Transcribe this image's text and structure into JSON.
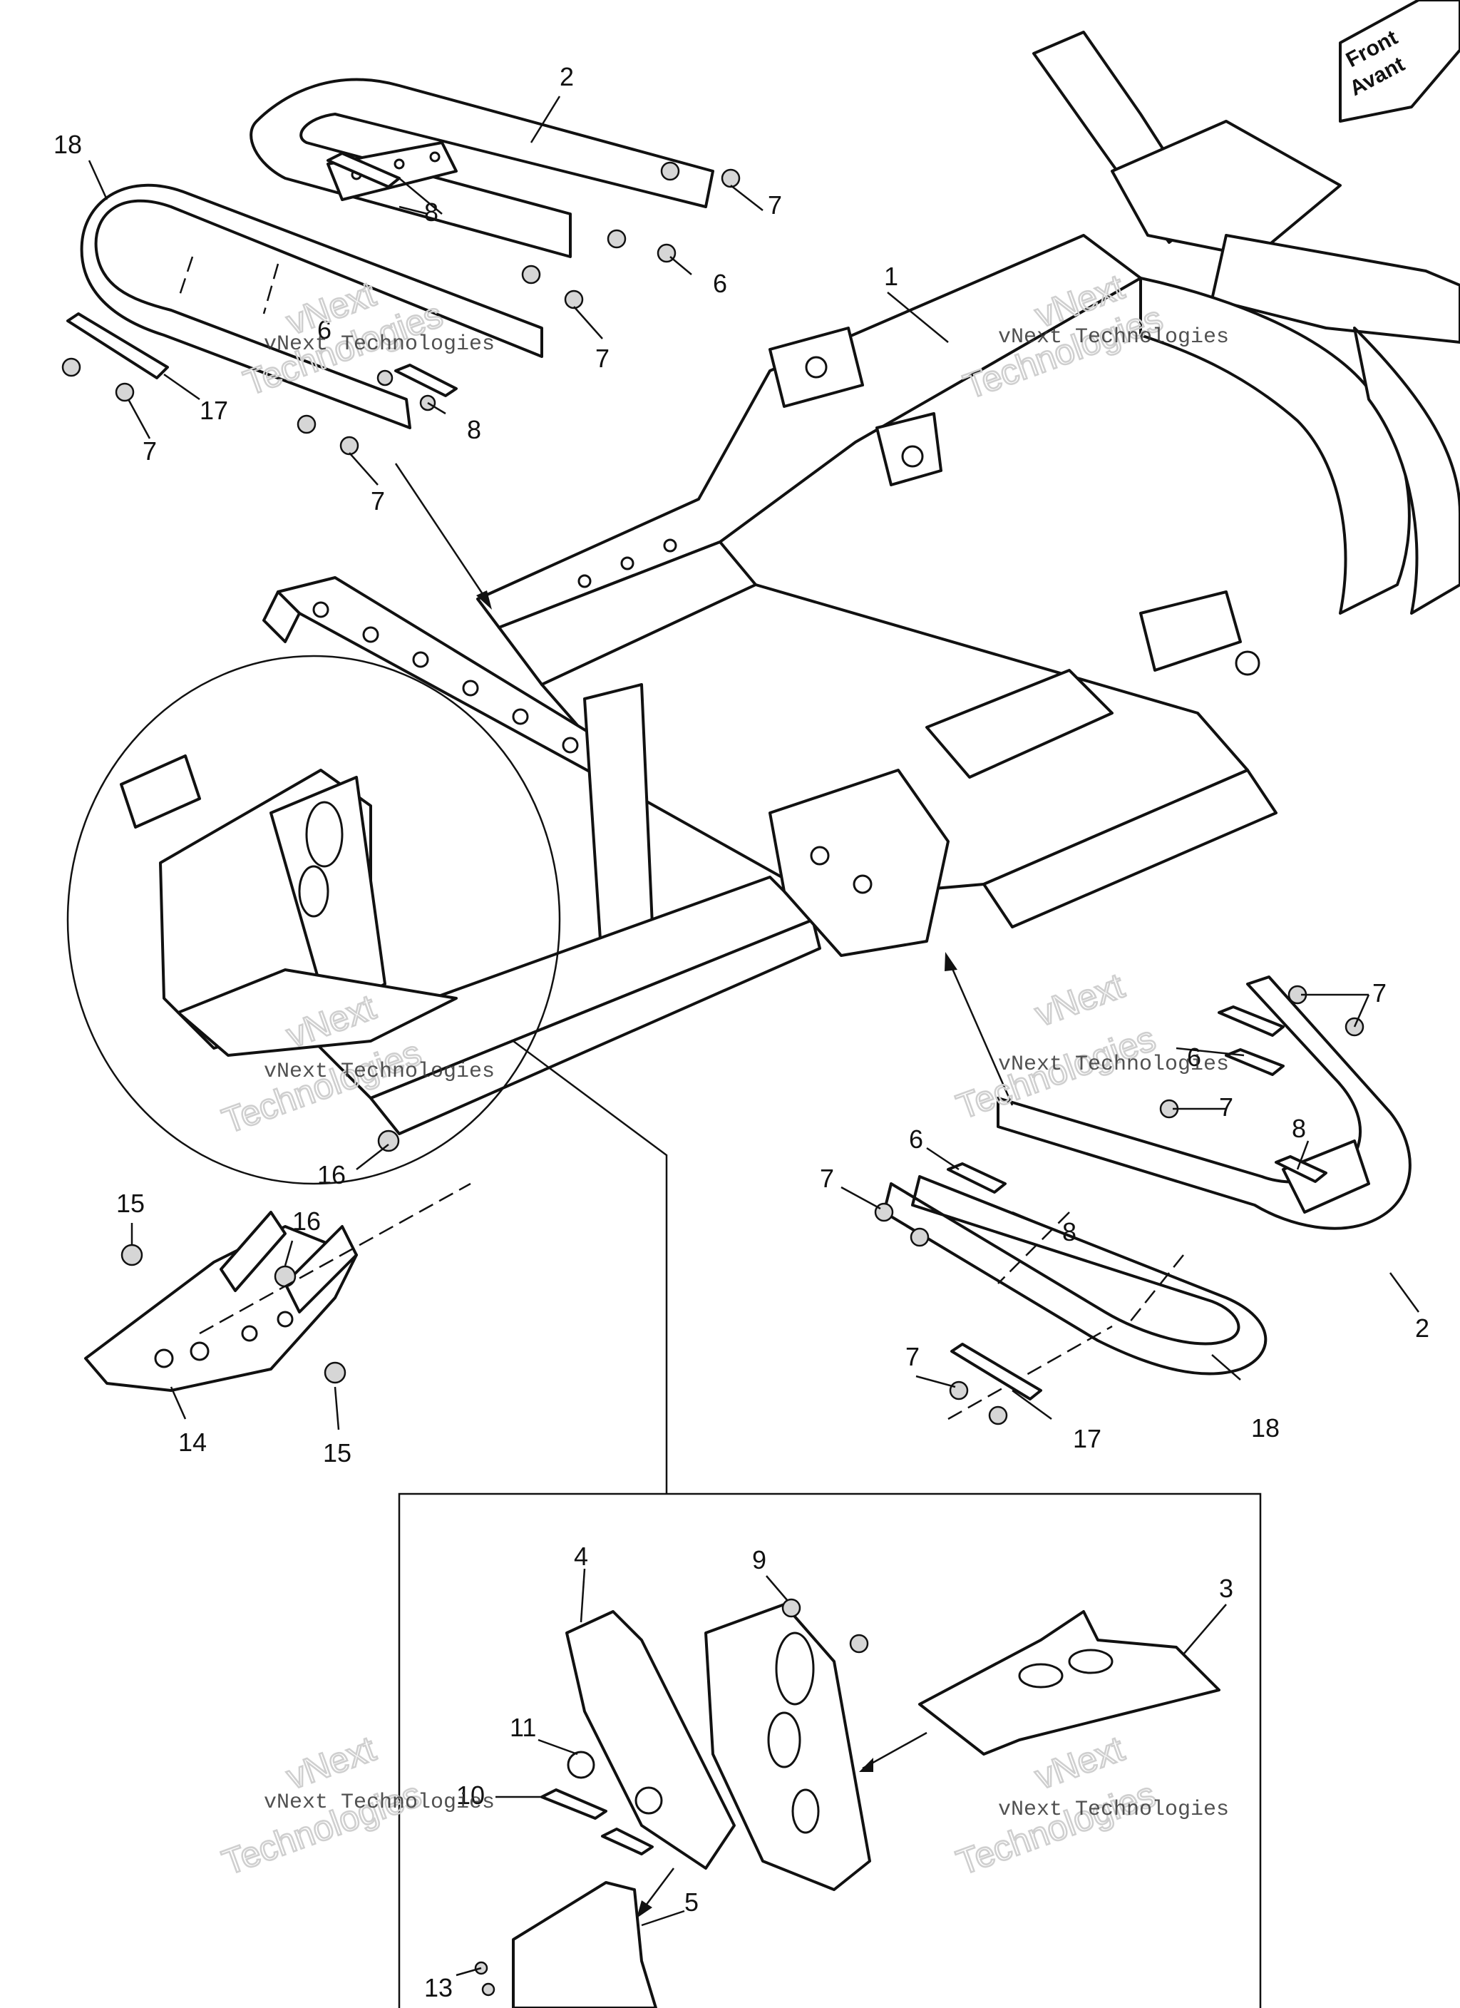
{
  "direction_sign": {
    "line1": "Front",
    "line2": "Avant",
    "arrow": "direction-arrow-icon"
  },
  "callouts": {
    "c1": "1",
    "c2a": "2",
    "c2b": "2",
    "c3": "3",
    "c4": "4",
    "c5": "5",
    "c6a": "6",
    "c6b": "6",
    "c6c": "6",
    "c6d": "6",
    "c7a": "7",
    "c7b": "7",
    "c7c": "7",
    "c7d": "7",
    "c7e": "7",
    "c7f": "7",
    "c7g": "7",
    "c7h": "7",
    "c8a": "8",
    "c8b": "8",
    "c8c": "8",
    "c8d": "8",
    "c9": "9",
    "c10": "10",
    "c11": "11",
    "c13": "13",
    "c14": "14",
    "c15a": "15",
    "c15b": "15",
    "c16a": "16",
    "c16b": "16",
    "c17a": "17",
    "c17b": "17",
    "c18a": "18",
    "c18b": "18"
  },
  "watermark": {
    "line1": "vNext Technologies",
    "line2": "vNext",
    "line3": "Technologies"
  },
  "colors": {
    "line": "#111111",
    "background": "#ffffff",
    "watermark_outline": "#cfcfcf"
  }
}
